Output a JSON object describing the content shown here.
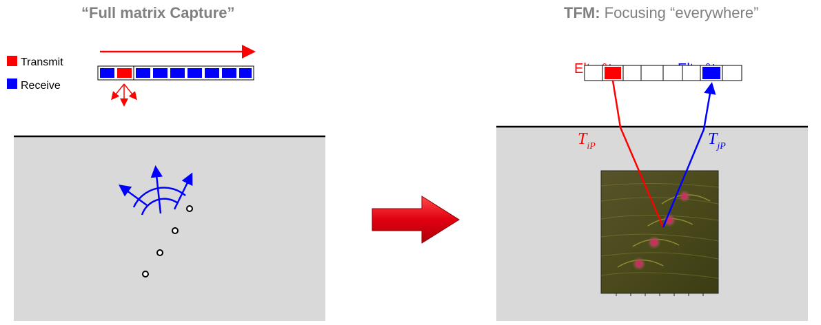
{
  "left_panel": {
    "title": "“Full matrix Capture”",
    "legend": [
      {
        "label": "Transmit",
        "color": "#ff0000"
      },
      {
        "label": "Receive",
        "color": "#0000ff"
      }
    ]
  },
  "right_panel": {
    "title_bold": "TFM:",
    "title_rest": " Focusing “everywhere”",
    "element_i": {
      "prefix": "Elt n°",
      "index": "i",
      "color": "#ff0000"
    },
    "element_j": {
      "prefix": "Elt n°",
      "index": "j",
      "color": "#0000ff"
    },
    "time_i": {
      "symbol": "T",
      "sub": "iP",
      "color": "#ff0000"
    },
    "time_j": {
      "symbol": "T",
      "sub": "jP",
      "color": "#0000ff"
    }
  },
  "colors": {
    "transmit": "#ff0000",
    "receive": "#0000ff",
    "specimen": "#d9d9d9",
    "arrow": "#e8141e",
    "image_bg": "#4d4a1f"
  }
}
